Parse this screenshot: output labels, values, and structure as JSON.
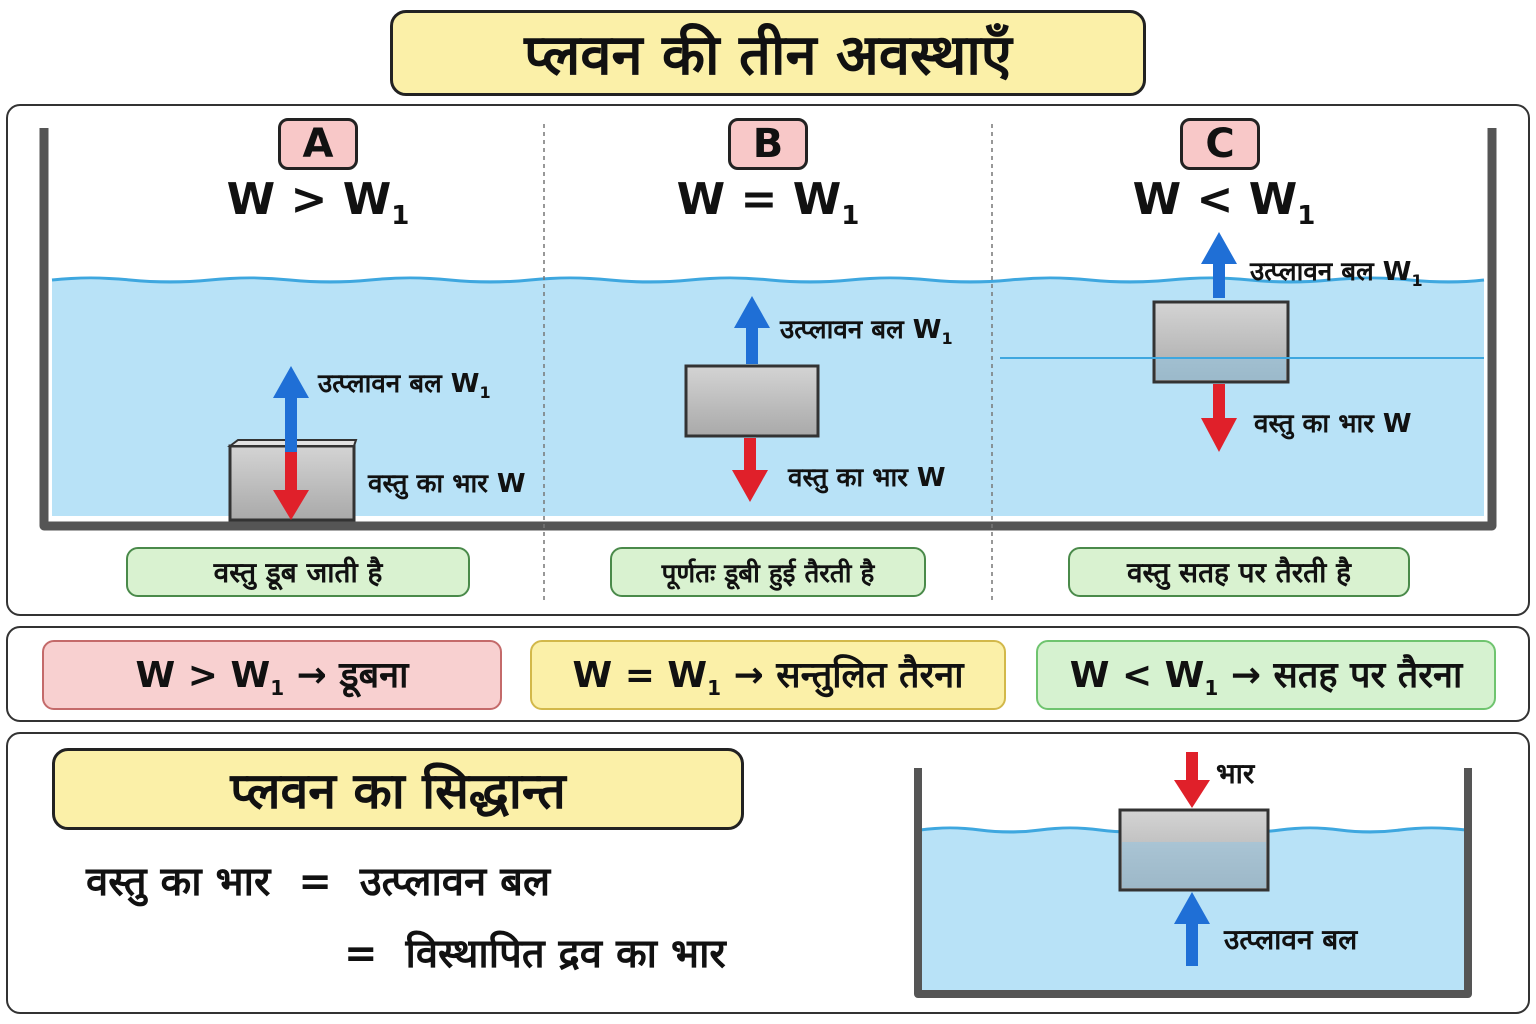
{
  "title": "प्लवन की तीन अवस्थाएँ",
  "cases": [
    {
      "letter": "A",
      "w": "W",
      "op": " > ",
      "w1": "W",
      "sub": "1",
      "buoyancy": "उत्प्लावन बल W",
      "buoyancy_sub": "1",
      "weight": "वस्तु का भार W",
      "result": "वस्तु डूब जाती है"
    },
    {
      "letter": "B",
      "w": "W",
      "op": " = ",
      "w1": "W",
      "sub": "1",
      "buoyancy": "उत्प्लावन बल W",
      "buoyancy_sub": "1",
      "weight": "वस्तु का भार W",
      "result": "पूर्णतः डूबी हुई तैरती है"
    },
    {
      "letter": "C",
      "w": "W",
      "op": " < ",
      "w1": "W",
      "sub": "1",
      "buoyancy": "उत्प्लावन बल W",
      "buoyancy_sub": "1",
      "weight": "वस्तु का भार W",
      "result": "वस्तु सतह पर तैरती है"
    }
  ],
  "summary": [
    {
      "lhs": "W > W",
      "sub": "1",
      "arrow": " → ",
      "result": "डूबना",
      "color": "#f8d0d0"
    },
    {
      "lhs": "W = W",
      "sub": "1",
      "arrow": " → ",
      "result": "सन्तुलित तैरना",
      "color": "#fbf3b0"
    },
    {
      "lhs": "W < W",
      "sub": "1",
      "arrow": " → ",
      "result": "सतह पर तैरना",
      "color": "#d6f2d0"
    }
  ],
  "principle": {
    "heading": "प्लवन का सिद्धान्त",
    "line1_left": "वस्तु का भार",
    "eq": "=",
    "line1_right": "उत्प्लावन बल",
    "line2_right": "विस्थापित द्रव का भार",
    "diagram_weight": "भार",
    "diagram_buoyancy": "उत्प्लावन बल"
  },
  "colors": {
    "water": "#b8e2f7",
    "water_line": "#3ea7df",
    "up_arrow": "#1f6fd6",
    "down_arrow": "#e0202a",
    "block": "#bdbdbd"
  }
}
